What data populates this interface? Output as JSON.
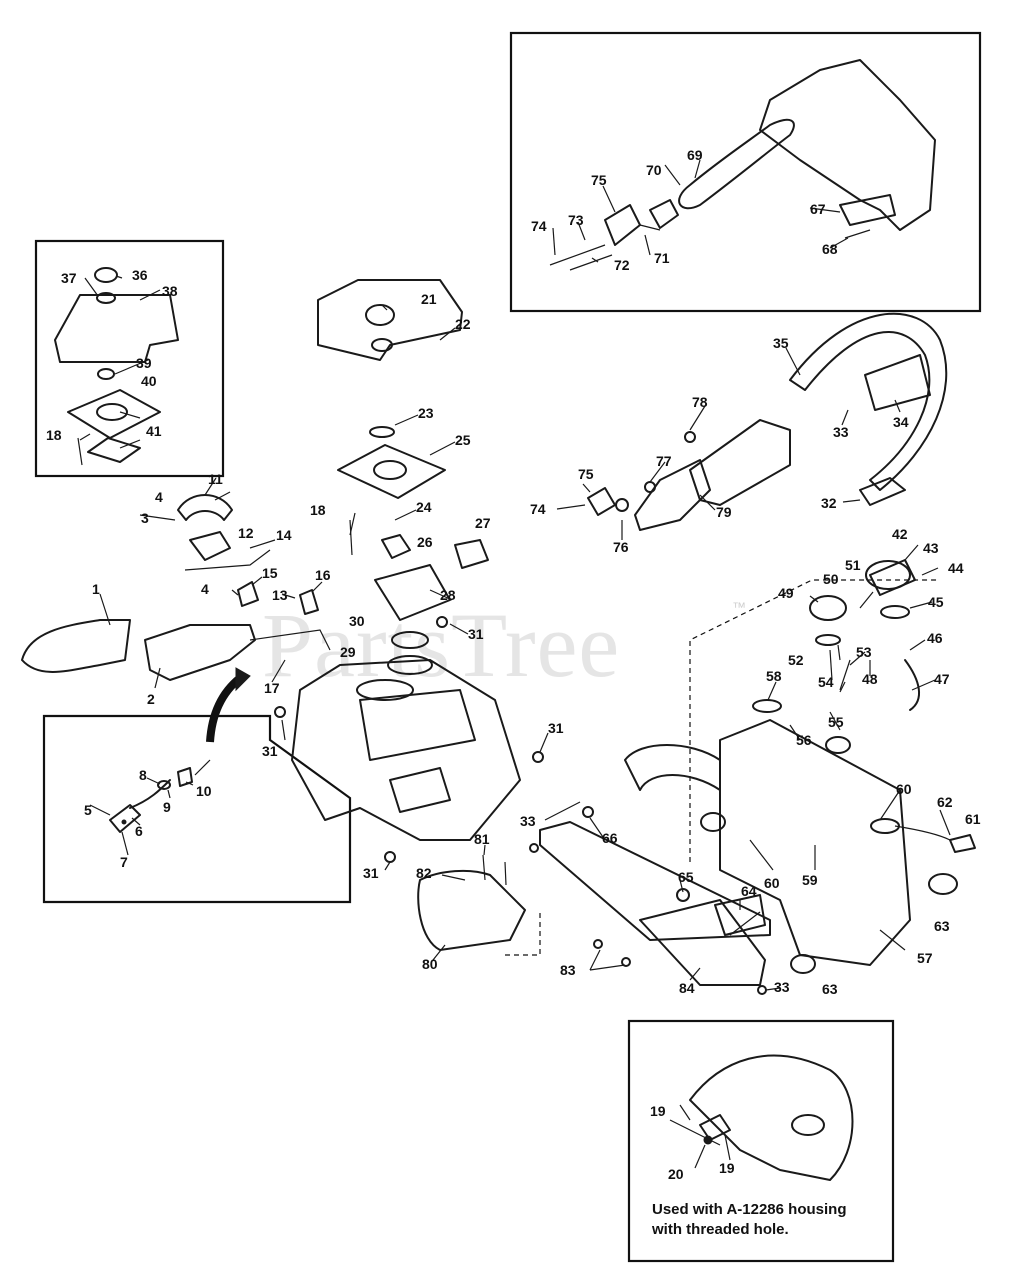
{
  "watermark": {
    "text": "PartsTree",
    "tm": "™"
  },
  "note": {
    "line1": "Used with A-12286 housing",
    "line2": "with threaded hole."
  },
  "labels": {
    "l1": "1",
    "l2": "2",
    "l3": "3",
    "l4a": "4",
    "l4b": "4",
    "l5": "5",
    "l6": "6",
    "l7": "7",
    "l8": "8",
    "l9": "9",
    "l10": "10",
    "l11": "11",
    "l12": "12",
    "l13": "13",
    "l14": "14",
    "l15": "15",
    "l16": "16",
    "l17": "17",
    "l18a": "18",
    "l18b": "18",
    "l19a": "19",
    "l19b": "19",
    "l20": "20",
    "l21": "21",
    "l22": "22",
    "l23": "23",
    "l24": "24",
    "l25": "25",
    "l26": "26",
    "l27": "27",
    "l28": "28",
    "l29": "29",
    "l30": "30",
    "l31a": "31",
    "l31b": "31",
    "l31c": "31",
    "l31d": "31",
    "l32": "32",
    "l33a": "33",
    "l33b": "33",
    "l33c": "33",
    "l34": "34",
    "l35": "35",
    "l36": "36",
    "l37": "37",
    "l38": "38",
    "l39": "39",
    "l40": "40",
    "l41": "41",
    "l42": "42",
    "l43": "43",
    "l44": "44",
    "l45": "45",
    "l46": "46",
    "l47": "47",
    "l48": "48",
    "l49": "49",
    "l50": "50",
    "l51": "51",
    "l52": "52",
    "l53": "53",
    "l54": "54",
    "l55": "55",
    "l56": "56",
    "l57": "57",
    "l58": "58",
    "l59": "59",
    "l60a": "60",
    "l60b": "60",
    "l61": "61",
    "l62": "62",
    "l63a": "63",
    "l63b": "63",
    "l64": "64",
    "l65": "65",
    "l66": "66",
    "l67": "67",
    "l68": "68",
    "l69": "69",
    "l70": "70",
    "l71": "71",
    "l72": "72",
    "l73": "73",
    "l74a": "74",
    "l74b": "74",
    "l75a": "75",
    "l75b": "75",
    "l76": "76",
    "l77": "77",
    "l78": "78",
    "l79": "79",
    "l80": "80",
    "l81": "81",
    "l82": "82",
    "l83": "83",
    "l84": "84"
  }
}
